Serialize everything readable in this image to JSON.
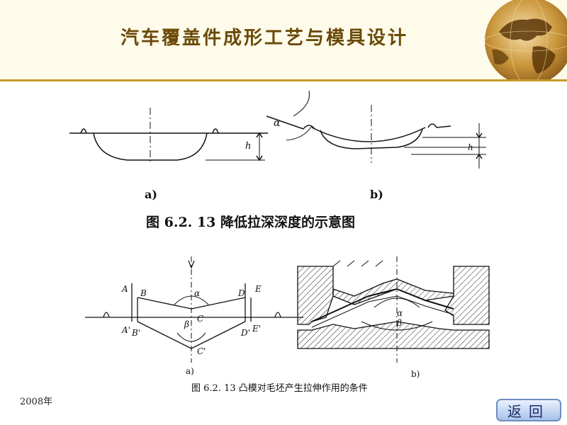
{
  "header": {
    "title": "汽车覆盖件成形工艺与模具设计"
  },
  "figure_top": {
    "labels": {
      "a": "a)",
      "b": "b)",
      "h1": "h",
      "h2": "h",
      "alpha": "α"
    },
    "caption": "图 6.2. 13 降低拉深深度的示意图"
  },
  "figure_bottom": {
    "labels": {
      "A": "A",
      "B": "B",
      "D": "D",
      "E": "E",
      "A2": "A'",
      "B2": "B'",
      "D2": "D'",
      "E2": "E'",
      "C": "C",
      "C2": "C'",
      "alpha": "α",
      "beta": "β",
      "alpha_b": "α",
      "beta_b": "β",
      "a": "a)",
      "b": "b)"
    },
    "caption": "图 6.2. 13 凸模对毛坯产生拉伸作用的条件"
  },
  "footer": {
    "date": "2008年",
    "return_label": "返回"
  }
}
